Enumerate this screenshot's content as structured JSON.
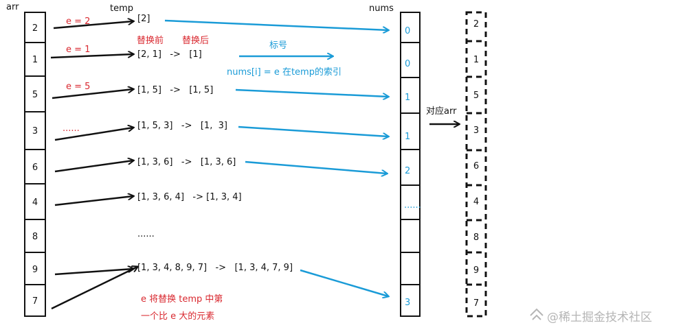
{
  "labels": {
    "arr": "arr",
    "temp": "temp",
    "nums": "nums",
    "mark": "标号",
    "mark_desc": "nums[i] = e 在temp的索引",
    "before": "替换前",
    "after": "替换后",
    "correspond": "对应arr",
    "note_line1": "e 将替换 temp 中第",
    "note_line2": "一个比 e 大的元素",
    "temp_ellipsis": "......",
    "watermark": "@稀土掘金技术社区"
  },
  "arr": [
    "2",
    "1",
    "5",
    "3",
    "6",
    "4",
    "8",
    "9",
    "7"
  ],
  "nums": [
    "0",
    "0",
    "1",
    "1",
    "2",
    "......",
    "",
    "",
    "3"
  ],
  "arr_right": [
    "2",
    "1",
    "5",
    "3",
    "6",
    "4",
    "8",
    "9",
    "7"
  ],
  "e_labels": [
    "e = 2",
    "e = 1",
    "e = 5",
    "......"
  ],
  "temp_rows": [
    "[2]",
    "[2, 1]   ->   [1]",
    "[1, 5]   ->   [1, 5]",
    "[1, 5, 3]   ->   [1,  3]",
    "[1, 3, 6]   ->   [1, 3, 6]",
    "[1, 3, 6, 4]   -> [1, 3, 4]",
    "[1, 3, 4, 8, 9, 7]   ->   [1, 3, 4, 7, 9]"
  ],
  "colors": {
    "black": "#111111",
    "red": "#d9282f",
    "blue": "#1a9bd7",
    "watermark": "#b5b5b5"
  }
}
